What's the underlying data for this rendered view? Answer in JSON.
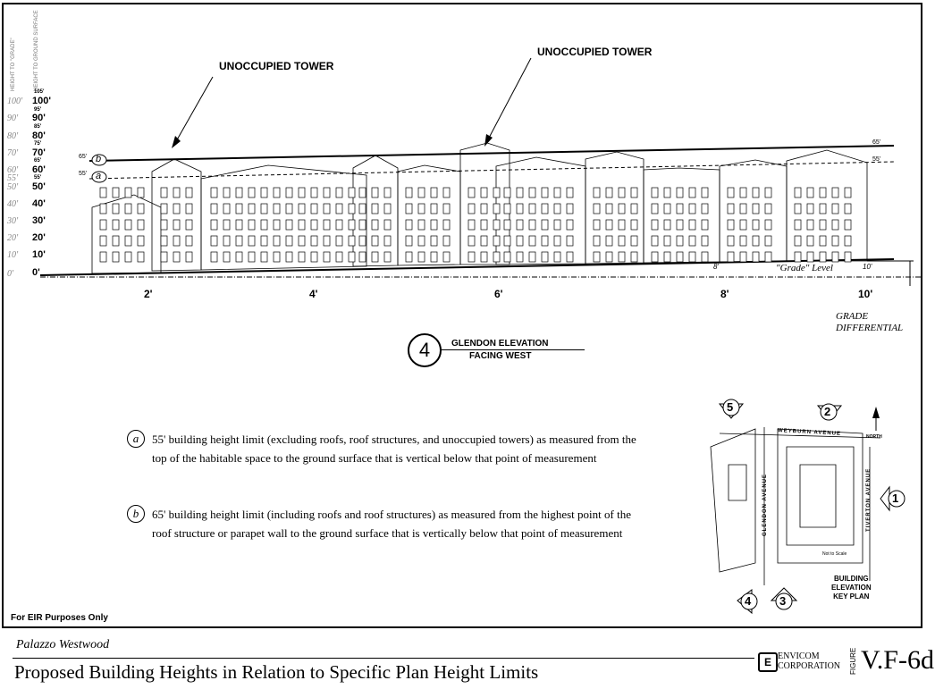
{
  "side_axis_labels": [
    "HEIGHT TO \"GRADE\"",
    "HEIGHT TO GROUND SURFACE"
  ],
  "height_scale": {
    "grade_ticks": [
      "100'",
      "90'",
      "80'",
      "70'",
      "60'",
      "50'",
      "55'",
      "40'",
      "30'",
      "20'",
      "10'",
      "0'"
    ],
    "ground_ticks": [
      "105'",
      "100'",
      "95'",
      "90'",
      "85'",
      "80'",
      "75'",
      "70'",
      "65'",
      "60'",
      "55'",
      "50'",
      "40'",
      "30'",
      "20'",
      "10'",
      "0'"
    ]
  },
  "towers": {
    "left_label": "UNOCCUPIED TOWER",
    "right_label": "UNOCCUPIED TOWER"
  },
  "limit_lines": {
    "a_label": "55'",
    "b_label": "65'",
    "a_end_label": "55'",
    "b_end_label": "65'",
    "a_symbol": "a",
    "b_symbol": "b"
  },
  "grade": {
    "bottom_ticks": [
      "2'",
      "4'",
      "6'",
      "8'",
      "10'"
    ],
    "level_label": "\"Grade\" Level",
    "marker_8": "8'",
    "marker_10": "10'",
    "differential_label": "GRADE\nDIFFERENTIAL"
  },
  "elevation_title": {
    "number": "4",
    "line1": "GLENDON ELEVATION",
    "line2": "FACING WEST"
  },
  "notes": [
    {
      "symbol": "a",
      "text": "55' building height limit (excluding roofs, roof structures, and unoccupied towers) as measured from the top of the habitable space to the ground surface that is vertical below that point of measurement"
    },
    {
      "symbol": "b",
      "text": "65' building height limit (including roofs and roof structures) as measured from the highest point of the roof structure or parapet wall to the ground surface that is vertically below that point of measurement"
    }
  ],
  "key_plan": {
    "markers": [
      "5",
      "2",
      "1",
      "4",
      "3"
    ],
    "north": "NORTH",
    "streets": [
      "WEYBURN AVENUE",
      "GLENDON AVENUE",
      "TIVERTON AVENUE"
    ],
    "scale_note": "Not to Scale",
    "caption": "BUILDING\nELEVATION\nKEY PLAN"
  },
  "eir_note": "For EIR Purposes Only",
  "footer": {
    "project": "Palazzo Westwood",
    "title": "Proposed Building Heights in Relation to Specific Plan Height Limits",
    "company_line1": "Envicom",
    "company_line2": "Corporation",
    "figure_word": "FIGURE",
    "figure_number": "V.F-6d"
  }
}
